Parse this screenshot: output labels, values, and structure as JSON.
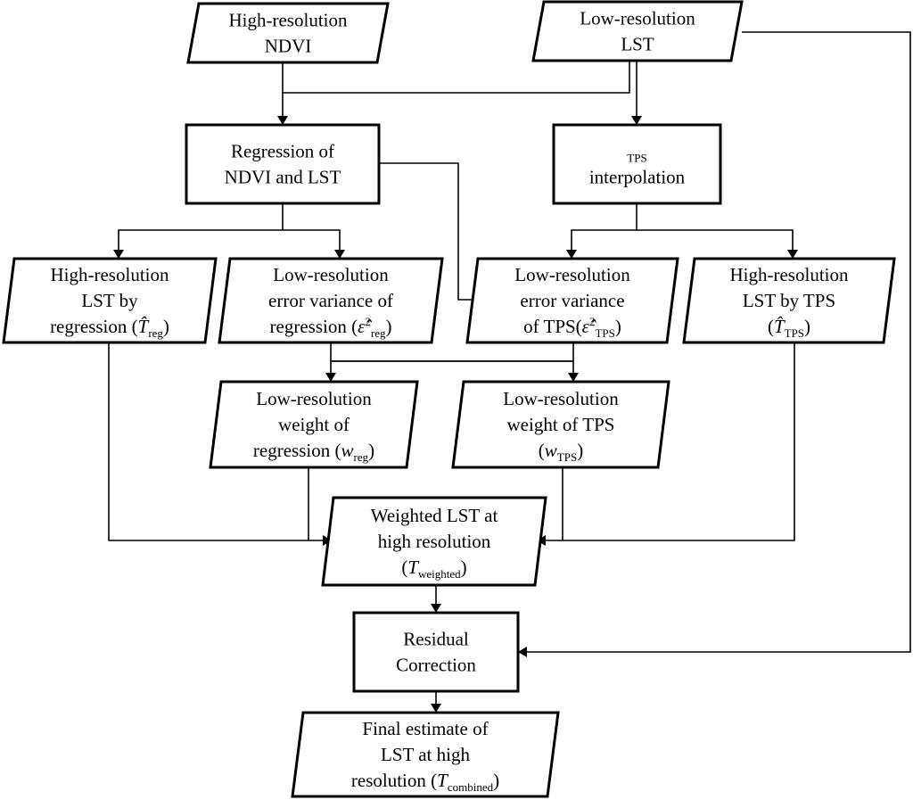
{
  "nodes": {
    "hr_ndvi": {
      "lines": [
        [
          "High-resolution"
        ],
        [
          "NDVI"
        ]
      ]
    },
    "lr_lst": {
      "lines": [
        [
          "Low-resolution"
        ],
        [
          "LST"
        ]
      ]
    },
    "regression": {
      "lines": [
        [
          "Regression of"
        ],
        [
          "NDVI and LST"
        ]
      ]
    },
    "tps": {
      "lines": [
        [
          "TPS"
        ],
        [
          "interpolation"
        ]
      ]
    },
    "hr_lst_reg": {
      "lines": [
        [
          "High-resolution"
        ],
        [
          "LST by"
        ],
        [
          "regression (",
          "T̂",
          "reg",
          ")"
        ]
      ]
    },
    "lr_err_reg": {
      "lines": [
        [
          "Low-resolution"
        ],
        [
          "error variance of"
        ],
        [
          "regression (",
          "ε̂",
          "2",
          "reg",
          ")"
        ]
      ]
    },
    "lr_err_tps": {
      "lines": [
        [
          "Low-resolution"
        ],
        [
          "error variance"
        ],
        [
          "of TPS(",
          "ε̂",
          "2",
          "TPS",
          ")"
        ]
      ]
    },
    "hr_lst_tps": {
      "lines": [
        [
          "High-resolution"
        ],
        [
          "LST by TPS"
        ],
        [
          "(",
          "T̂",
          "TPS",
          ")"
        ]
      ]
    },
    "w_reg": {
      "lines": [
        [
          "Low-resolution"
        ],
        [
          "weight of"
        ],
        [
          "regression (",
          "w",
          "reg",
          ")"
        ]
      ]
    },
    "w_tps": {
      "lines": [
        [
          "Low-resolution"
        ],
        [
          "weight of TPS"
        ],
        [
          "(",
          "w",
          "TPS",
          ")"
        ]
      ]
    },
    "weighted": {
      "lines": [
        [
          "Weighted LST at"
        ],
        [
          "high resolution"
        ],
        [
          "(",
          "T",
          "weighted",
          ")"
        ]
      ]
    },
    "residual": {
      "lines": [
        [
          "Residual"
        ],
        [
          "Correction"
        ]
      ]
    },
    "final": {
      "lines": [
        [
          "Final estimate of"
        ],
        [
          "LST at high"
        ],
        [
          "resolution (",
          "T",
          "combined",
          ")"
        ]
      ]
    }
  },
  "edges": [
    {
      "from": "hr_ndvi",
      "to": "regression"
    },
    {
      "from": "lr_lst",
      "to": "regression"
    },
    {
      "from": "lr_lst",
      "to": "tps"
    },
    {
      "from": "lr_lst",
      "to": "residual"
    },
    {
      "from": "regression",
      "to": "hr_lst_reg"
    },
    {
      "from": "regression",
      "to": "lr_err_reg"
    },
    {
      "from": "regression",
      "to": "lr_err_tps"
    },
    {
      "from": "tps",
      "to": "lr_err_tps"
    },
    {
      "from": "tps",
      "to": "hr_lst_tps"
    },
    {
      "from": "lr_err_reg",
      "to": "w_reg"
    },
    {
      "from": "lr_err_tps",
      "to": "w_reg"
    },
    {
      "from": "lr_err_reg",
      "to": "w_tps"
    },
    {
      "from": "lr_err_tps",
      "to": "w_tps"
    },
    {
      "from": "hr_lst_reg",
      "to": "weighted"
    },
    {
      "from": "w_reg",
      "to": "weighted"
    },
    {
      "from": "w_tps",
      "to": "weighted"
    },
    {
      "from": "hr_lst_tps",
      "to": "weighted"
    },
    {
      "from": "weighted",
      "to": "residual"
    },
    {
      "from": "residual",
      "to": "final"
    }
  ]
}
